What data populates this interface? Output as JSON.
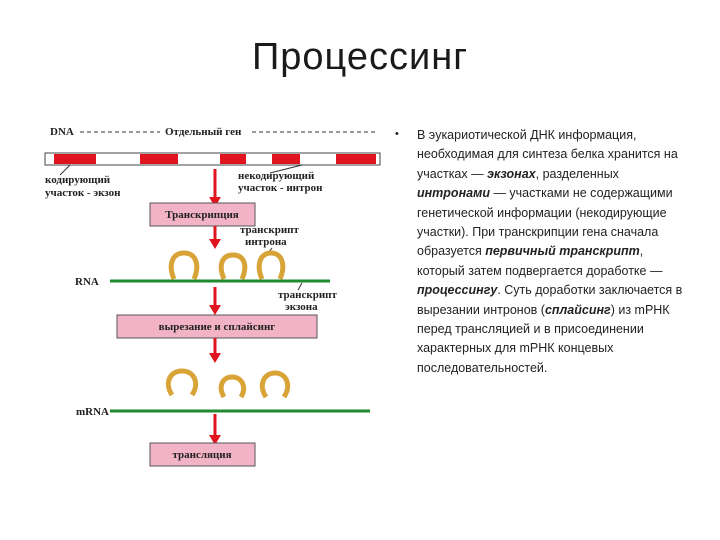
{
  "slide": {
    "title": "Процессинг"
  },
  "diagram": {
    "dna_label": "DNA",
    "gene_label": "Отдельный ген",
    "exon_label_line1": "кодирующий",
    "exon_label_line2": "участок - экзон",
    "intron_label_line1": "некодирующий",
    "intron_label_line2": "участок - интрон",
    "step_transcription": "Транскрипция",
    "intron_transcript_line1": "транскрипт",
    "intron_transcript_line2": "интрона",
    "rna_label": "RNA",
    "exon_transcript_line1": "транскрипт",
    "exon_transcript_line2": "экзона",
    "step_splicing": "вырезание и сплайсинг",
    "mrna_label": "mRNA",
    "step_translation": "трансляция",
    "colors": {
      "exon": "#e0141e",
      "arrow": "#e0141e",
      "strand": "#1f8a2e",
      "intron_loop": "#d9a437",
      "box_fill": "#f2b3c6"
    }
  },
  "text": {
    "bullet": "•",
    "p1": "В эукариотической ДНК информация, необходимая для синтеза белка хранится на участках — ",
    "e1": "экзонах",
    "p2": ", разделенных ",
    "e2": "интронами",
    "p3": " — участками не содержащими генетической информации (некодирующие участки). При транскрипции гена сначала образуется ",
    "e3": "первичный транскрипт",
    "p4": ", который затем подвергается доработке — ",
    "e4": "процессингу",
    "p5": ". Суть доработки заключается в вырезании интронов (",
    "e5": "сплайсинг",
    "p6": ") из mРНК перед трансляцией и в присоединении характерных для mРНК концевых последовательностей."
  }
}
